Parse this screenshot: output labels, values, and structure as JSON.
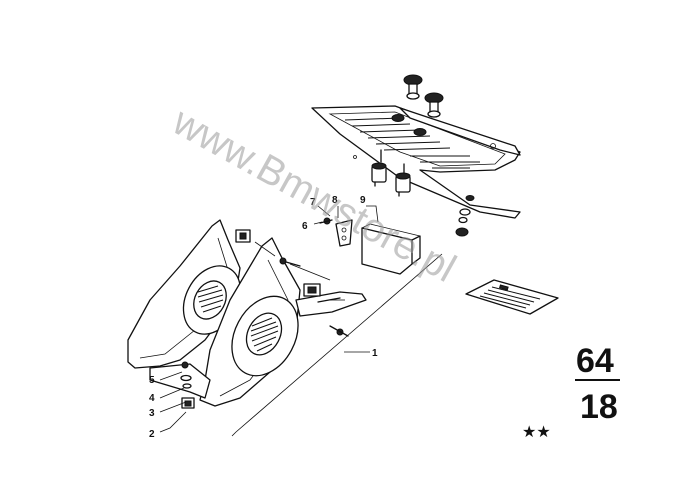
{
  "watermark": "www.Bmwstore.pl",
  "group": {
    "main": "64",
    "sub": "18"
  },
  "rating": "★★",
  "callouts": [
    "1",
    "2",
    "3",
    "4",
    "5",
    "6",
    "7",
    "8",
    "9"
  ]
}
